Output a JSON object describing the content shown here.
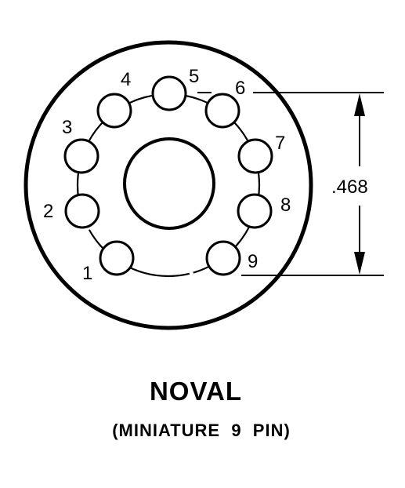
{
  "diagram": {
    "pins": [
      {
        "label": "1"
      },
      {
        "label": "2"
      },
      {
        "label": "3"
      },
      {
        "label": "4"
      },
      {
        "label": "5"
      },
      {
        "label": "6"
      },
      {
        "label": "7"
      },
      {
        "label": "8"
      },
      {
        "label": "9"
      }
    ],
    "dimension_label": ".468",
    "title": "NOVAL",
    "subtitle": "(MINIATURE  9  PIN)"
  }
}
